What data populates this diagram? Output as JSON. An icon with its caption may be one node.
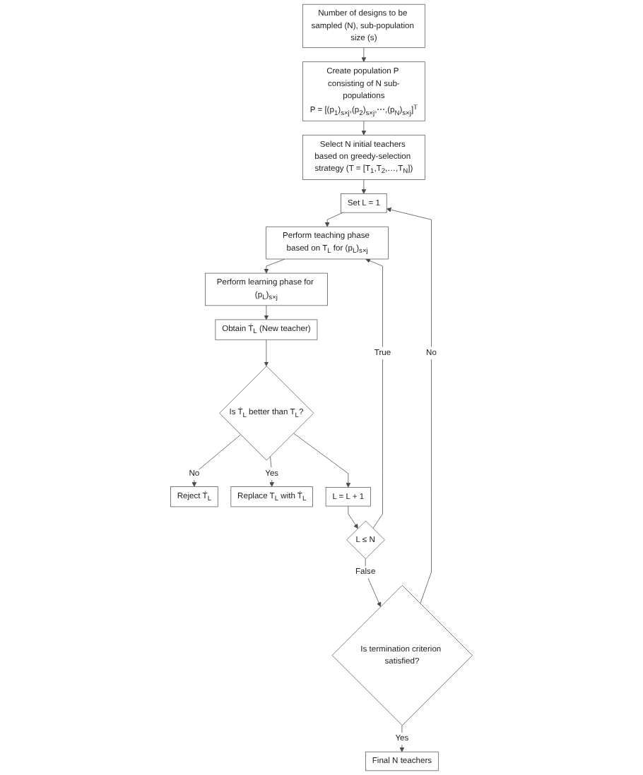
{
  "diagram": {
    "nodes": [
      {
        "text": [
          "Number of designs to be sampled (N), sub-population size (s)"
        ]
      },
      {
        "text": [
          "Create population P consisting of N sub-populations",
          "P = [(p$_{1}$)$_{s×j}$,(p$_{2}$)$_{s×j}$,⋯,(p$_{N}$)$_{s×j}$]$^{T}$"
        ]
      },
      {
        "text": [
          "Select N initial teachers based on greedy-selection strategy (T = [T$_{1}$,T$_{2}$,…,T$_{N}$])"
        ]
      },
      {
        "text": [
          "Set L = 1"
        ]
      },
      {
        "text": [
          "Perform teaching phase based on T$_{L}$ for (p$_{L}$)$_{s×j}$"
        ]
      },
      {
        "text": [
          "Perform learning phase for (p$_{L}$)$_{s×j}$"
        ]
      },
      {
        "text": [
          "Obtain T́$_{L}$ (New teacher)"
        ]
      },
      {
        "text": [
          "Is T́$_{L}$ better than T$_{L}$?"
        ]
      },
      {
        "text": [
          "Reject T́$_{L}$"
        ]
      },
      {
        "text": [
          "Replace T$_{L}$ with T́$_{L}$"
        ]
      },
      {
        "text": [
          "L = L + 1"
        ]
      },
      {
        "text": [
          "L ≤ N"
        ]
      },
      {
        "text": [
          "Is termination criterion satisfied?"
        ]
      },
      {
        "text": [
          "Final N teachers"
        ]
      }
    ],
    "edges": [
      {
        "from": 0,
        "to": 1,
        "arrow": "to"
      },
      {
        "from": 1,
        "to": 2,
        "arrow": "to"
      },
      {
        "from": 2,
        "to": 3,
        "arrow": "to"
      },
      {
        "from": 3,
        "to": 4,
        "arrow": "to"
      },
      {
        "from": 4,
        "to": 5,
        "arrow": "to"
      },
      {
        "from": 5,
        "to": 6,
        "arrow": "to"
      },
      {
        "from": 6,
        "to": 7,
        "arrow": "to"
      },
      {
        "from": 7,
        "to": 8,
        "label": "No",
        "arrow": "to"
      },
      {
        "from": 7,
        "to": 9,
        "label": "Yes",
        "arrow": "to"
      },
      {
        "from": 7,
        "to": 10,
        "arrow": "to"
      },
      {
        "from": 10,
        "to": 11,
        "arrow": "to"
      },
      {
        "from": 11,
        "to": 4,
        "label": "True",
        "arrow": "to"
      },
      {
        "from": 11,
        "to": 12,
        "label": "False",
        "arrow": "to"
      },
      {
        "from": 12,
        "to": 3,
        "label": "No",
        "arrow": "to"
      },
      {
        "from": 12,
        "to": 13,
        "label": "Yes",
        "arrow": "to"
      }
    ]
  }
}
